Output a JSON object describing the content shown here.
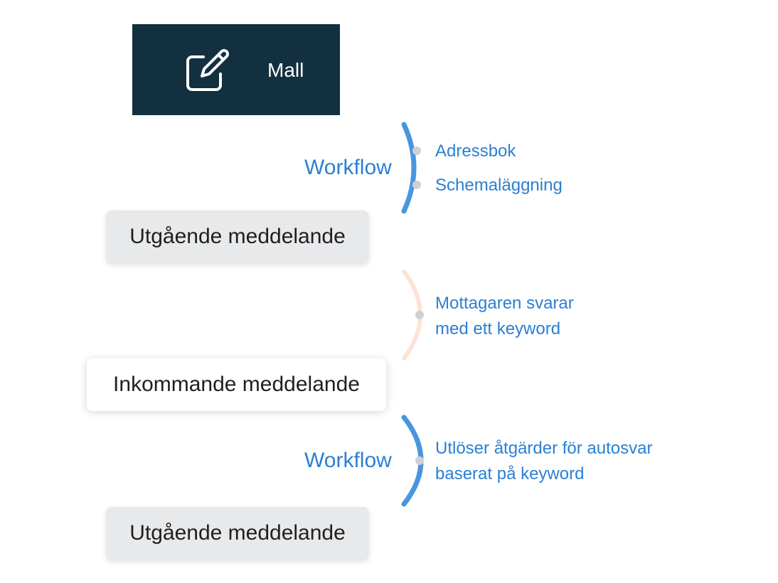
{
  "colors": {
    "dark_header": "#12303f",
    "accent_blue": "#2b7fd4",
    "arc_blue": "#4a96de",
    "arc_peach": "#fde3d6",
    "connector_dot": "#d0d0d0",
    "gray_box": "#e8e9eb"
  },
  "header": {
    "label": "Mall",
    "icon": "edit-note-icon"
  },
  "steps": [
    {
      "label": "Utgående meddelande"
    },
    {
      "label": "Inkommande meddelande"
    },
    {
      "label": "Utgående meddelande"
    }
  ],
  "connectors": [
    {
      "title": "Workflow",
      "items": [
        "Adressbok",
        "Schemaläggning"
      ]
    },
    {
      "title": "",
      "lines": [
        "Mottagaren svarar",
        "med ett keyword"
      ]
    },
    {
      "title": "Workflow",
      "lines": [
        "Utlöser åtgärder för autosvar",
        "baserat på keyword"
      ]
    }
  ]
}
